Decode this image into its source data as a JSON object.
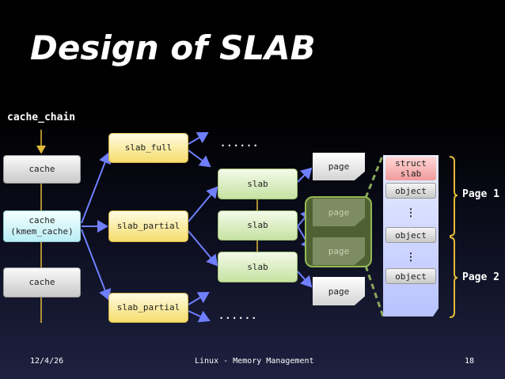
{
  "title": "Design of SLAB",
  "cache_chain_label": "cache_chain",
  "caches": [
    {
      "label": "cache"
    },
    {
      "label": "cache\n(kmem_cache)"
    },
    {
      "label": "cache"
    }
  ],
  "slab_lists": [
    {
      "label": "slab_full"
    },
    {
      "label": "slab_partial"
    },
    {
      "label": "slab_partial"
    }
  ],
  "slabs": [
    {
      "label": "slab"
    },
    {
      "label": "slab"
    },
    {
      "label": "slab"
    }
  ],
  "ellipsis": "......",
  "pages": [
    {
      "label": "page"
    },
    {
      "label": "page"
    },
    {
      "label": "page"
    },
    {
      "label": "page"
    }
  ],
  "objects": {
    "struct_label": "struct\nslab",
    "object_label": "object",
    "vdots": "⋮"
  },
  "page_labels": [
    "Page 1",
    "Page 2"
  ],
  "footer": {
    "date": "12/4/26",
    "center": "Linux - Memory Management",
    "page_number": "18"
  },
  "colors": {
    "arrow": "#6f7fff",
    "connector": "#e3b93a",
    "dashed": "#8aa75c"
  }
}
